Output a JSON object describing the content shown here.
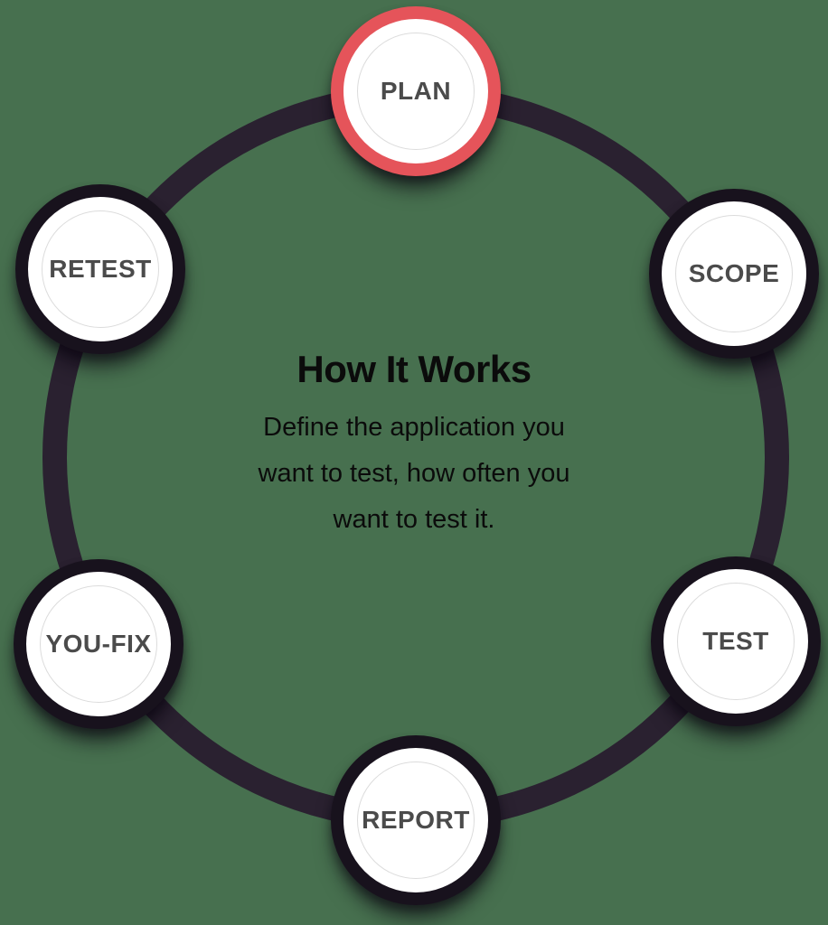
{
  "page": {
    "background_color": "#47704F"
  },
  "diagram": {
    "center_text": {
      "title": "How It Works",
      "description": "Define the application you\nwant to test, how often you\nwant to test it."
    },
    "colors": {
      "cycle_ring": "#2A2130",
      "node_ring_default": "#18121D",
      "node_ring_active": "#E5545A",
      "node_fill": "#FFFFFF",
      "node_inner_border": "#DCDCDC",
      "node_label": "#4B4B4B",
      "center_text": "#0B0B0B"
    },
    "nodes": [
      {
        "label": "PLAN",
        "active": true,
        "position": "top"
      },
      {
        "label": "SCOPE",
        "active": false,
        "position": "upper-right"
      },
      {
        "label": "TEST",
        "active": false,
        "position": "lower-right"
      },
      {
        "label": "REPORT",
        "active": false,
        "position": "bottom"
      },
      {
        "label": "YOU-FIX",
        "active": false,
        "position": "lower-left"
      },
      {
        "label": "RETEST",
        "active": false,
        "position": "upper-left"
      }
    ]
  }
}
